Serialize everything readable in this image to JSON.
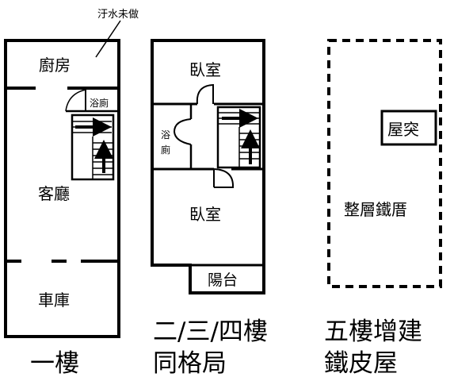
{
  "colors": {
    "line": "#000000",
    "background": "#ffffff"
  },
  "first_floor": {
    "annotation": "汙水未做",
    "kitchen": "廚房",
    "bath": "浴廁",
    "living": "客廳",
    "garage": "車庫",
    "caption": "一樓"
  },
  "mid_floors": {
    "bedroom_top": "臥室",
    "bath_top": "浴",
    "bath_bottom": "廁",
    "bedroom_bottom": "臥室",
    "balcony": "陽台",
    "caption_line1": "二/三/四樓",
    "caption_line2": "同格局"
  },
  "fifth_floor": {
    "roof_hut": "屋突",
    "main": "整層鐵厝",
    "caption_line1": "五樓增建",
    "caption_line2": "鐵皮屋"
  }
}
